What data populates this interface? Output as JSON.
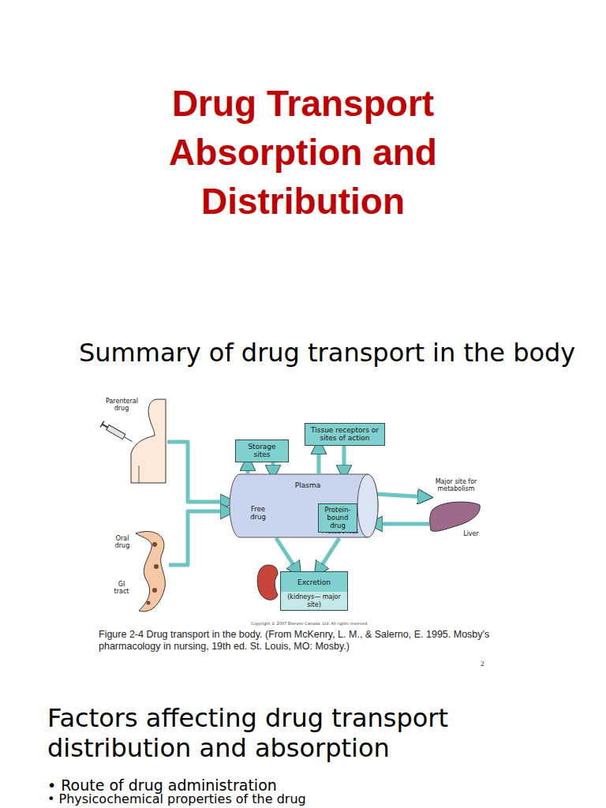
{
  "diagram": {
    "title": "Drug Transport Absorption and Distribution",
    "caption": "Figure 2-4 Drug transport in the body. (From McKenry, L. M., & Salerno, E. 1995. Mosby's pharmacology in nursing, 19th ed. St. Louis, MO: Mosby.)",
    "nodes": [
      {
        "text": [
          "Parenteral drug"
        ]
      },
      {
        "text": [
          "Oral drug",
          "GI tract"
        ]
      },
      {
        "text": [
          "Storage sites"
        ]
      },
      {
        "text": [
          "Tissue receptors or sites of action"
        ]
      },
      {
        "text": [
          "Plasma",
          "Metabolites"
        ]
      },
      {
        "text": [
          "Free drug"
        ],
        "in": 4
      },
      {
        "text": [
          "Protein-bound drug"
        ],
        "in": 4
      },
      {
        "text": [
          "Major site for metabolism",
          "Liver"
        ]
      },
      {
        "text": [
          "Excretion",
          "(kidneys— major site)"
        ]
      }
    ],
    "edges": [
      {
        "from": 0,
        "to": 4,
        "arrow": "to"
      },
      {
        "from": 1,
        "to": 4,
        "arrow": "to"
      },
      {
        "from": 4,
        "to": 2,
        "arrow": "to"
      },
      {
        "from": 2,
        "to": 4,
        "arrow": "to"
      },
      {
        "from": 4,
        "to": 3,
        "arrow": "to"
      },
      {
        "from": 3,
        "to": 4,
        "arrow": "to"
      },
      {
        "from": 5,
        "to": 6,
        "arrow": "to"
      },
      {
        "from": 6,
        "to": 5,
        "arrow": "to"
      },
      {
        "from": 4,
        "to": 7,
        "arrow": "to"
      },
      {
        "from": 7,
        "to": 4,
        "arrow": "to"
      },
      {
        "from": 4,
        "to": 8,
        "arrow": "to"
      },
      {
        "from": 4,
        "to": 8,
        "arrow": "to"
      }
    ],
    "labels": [
      "Summary of drug transport in the body",
      "Copyright © 2007 Elsevier Canada, Ltd. All rights reserved.",
      "2",
      "Factors affecting drug transport distribution and absorption",
      "• Route of drug administration",
      "• Physicochemical properties of the drug"
    ]
  }
}
